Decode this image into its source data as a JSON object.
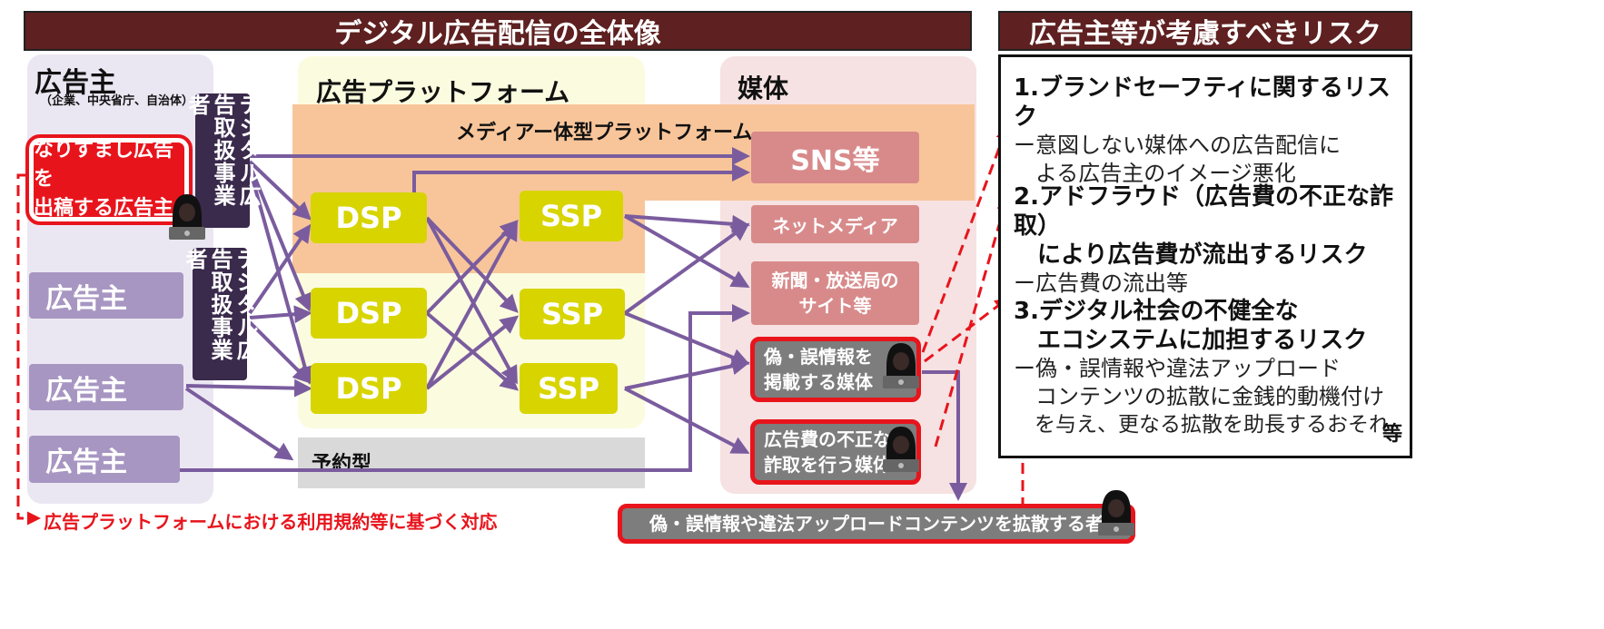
{
  "header_left": "デジタル広告配信の全体像",
  "header_right": "広告主等が考慮すべきリスク",
  "advertiser_section": {
    "title": "広告主",
    "subtitle": "（企業、中央省庁、自治体）"
  },
  "platform_section": {
    "title": "広告プラットフォーム"
  },
  "media_section": {
    "title": "媒体"
  },
  "impersonation_advertiser": {
    "line1": "なりすまし広告を",
    "line2": "出稿する広告主"
  },
  "advertisers": [
    "広告主",
    "広告主",
    "広告主"
  ],
  "dealers": [
    "デジタル広告取扱事業者",
    "デジタル広告取扱事業者"
  ],
  "integrated_platform": "メディアー体型プラットフォーム",
  "reserved": "予約型",
  "dsp": [
    "DSP",
    "DSP",
    "DSP"
  ],
  "ssp": [
    "SSP",
    "SSP",
    "SSP"
  ],
  "media_items": {
    "sns": "SNS等",
    "net": "ネットメディア",
    "news_line1": "新聞・放送局の",
    "news_line2": "サイト等"
  },
  "bad_media": [
    {
      "line1": "偽・誤情報を",
      "line2": "掲載する媒体"
    },
    {
      "line1": "広告費の不正な",
      "line2": "詐取を行う媒体"
    }
  ],
  "spreader": "偽・誤情報や違法アップロードコンテンツを拡散する者",
  "footnote": "広告プラットフォームにおける利用規約等に基づく対応",
  "risks": [
    {
      "h1": "1.ブランドセーフティに関するリスク",
      "h2": "",
      "d": [
        "ー意図しない媒体への広告配信に",
        "　よる広告主のイメージ悪化"
      ]
    },
    {
      "h1": "2.アドフラウド（広告費の不正な詐取）",
      "h2": "　により広告費が流出するリスク",
      "d": [
        "ー広告費の流出等"
      ]
    },
    {
      "h1": "3.デジタル社会の不健全な",
      "h2": "　エコシステムに加担するリスク",
      "d": [
        "ー偽・誤情報や違法アップロード",
        "　コンテンツの拡散に金銭的動機付け",
        "　を与え、更なる拡散を助長するおそれ"
      ]
    }
  ],
  "risk_tail": "等",
  "colors": {
    "header": "#5e2020",
    "red": "#e8141c",
    "arrow": "#7a5c9e",
    "yellow": "#d7d400",
    "media": "#d88a8a"
  }
}
